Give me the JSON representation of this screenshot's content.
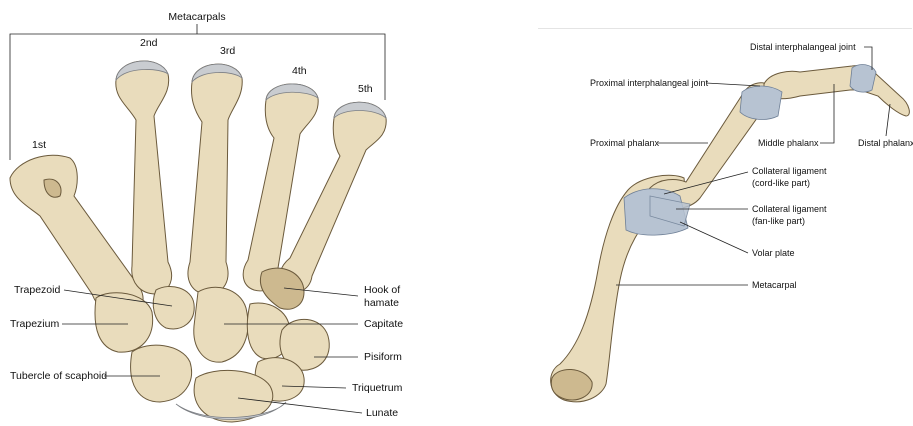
{
  "left_panel": {
    "group_label": "Metacarpals",
    "digits": [
      "1st",
      "2nd",
      "3rd",
      "4th",
      "5th"
    ],
    "labels": {
      "trapezoid": "Trapezoid",
      "trapezium": "Trapezium",
      "tubercle_of_scaphoid": "Tubercle of scaphoid",
      "hook_of_hamate_line1": "Hook of",
      "hook_of_hamate_line2": "hamate",
      "capitate": "Capitate",
      "pisiform": "Pisiform",
      "triquetrum": "Triquetrum",
      "lunate": "Lunate"
    }
  },
  "right_panel": {
    "labels": {
      "distal_interphalangeal_joint": "Distal interphalangeal joint",
      "proximal_interphalangeal_joint": "Proximal interphalangeal joint",
      "proximal_phalanx": "Proximal phalanx",
      "middle_phalanx": "Middle phalanx",
      "distal_phalanx": "Distal phalanx",
      "collateral_cord_line1": "Collateral ligament",
      "collateral_cord_line2": "(cord-like part)",
      "collateral_fan_line1": "Collateral ligament",
      "collateral_fan_line2": "(fan-like part)",
      "volar_plate": "Volar plate",
      "metacarpal": "Metacarpal"
    }
  },
  "colors": {
    "bone": "#e9dcbc",
    "bone_shadow": "#cdb98f",
    "cartilage": "#c9ccd0",
    "ligament": "#b7c3d2",
    "label_text": "#111111"
  }
}
